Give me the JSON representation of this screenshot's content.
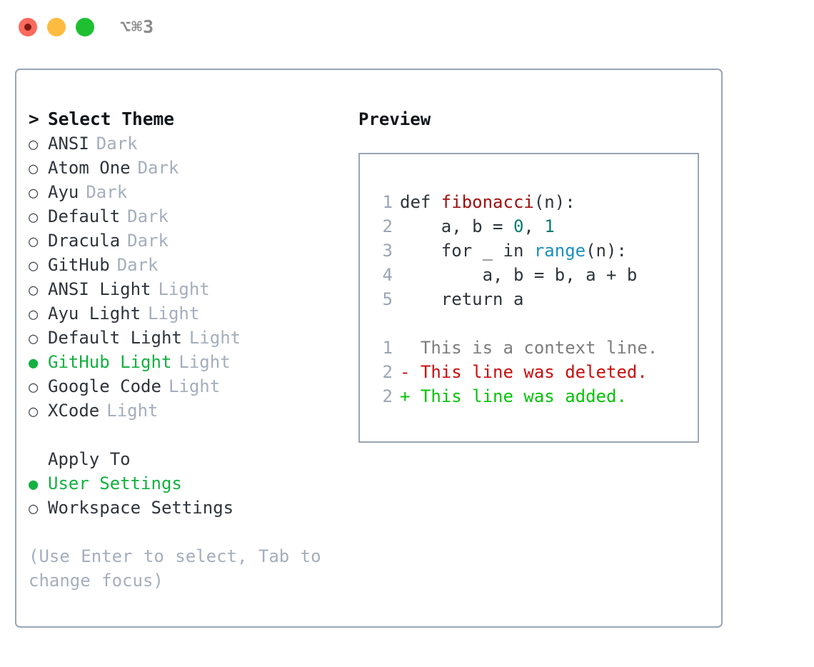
{
  "titlebar": {
    "shortcut": "⌥⌘3",
    "lights": [
      "close-red",
      "minimize-yellow",
      "zoom-green"
    ]
  },
  "theme_picker": {
    "header": "Select Theme",
    "caret": ">",
    "bullet_off": "○",
    "bullet_on": "●",
    "items": [
      {
        "name": "ANSI",
        "variant": "Dark",
        "selected": false
      },
      {
        "name": "Atom One",
        "variant": "Dark",
        "selected": false
      },
      {
        "name": "Ayu",
        "variant": "Dark",
        "selected": false
      },
      {
        "name": "Default",
        "variant": "Dark",
        "selected": false
      },
      {
        "name": "Dracula",
        "variant": "Dark",
        "selected": false
      },
      {
        "name": "GitHub",
        "variant": "Dark",
        "selected": false
      },
      {
        "name": "ANSI Light",
        "variant": "Light",
        "selected": false
      },
      {
        "name": "Ayu Light",
        "variant": "Light",
        "selected": false
      },
      {
        "name": "Default Light",
        "variant": "Light",
        "selected": false
      },
      {
        "name": "GitHub Light",
        "variant": "Light",
        "selected": true
      },
      {
        "name": "Google Code",
        "variant": "Light",
        "selected": false
      },
      {
        "name": "XCode",
        "variant": "Light",
        "selected": false
      }
    ]
  },
  "apply_to": {
    "title": "Apply To",
    "options": [
      {
        "name": "User Settings",
        "selected": true
      },
      {
        "name": "Workspace Settings",
        "selected": false
      }
    ]
  },
  "hint": "(Use Enter to select, Tab to change focus)",
  "preview": {
    "title": "Preview",
    "code_lines": [
      {
        "num": "1",
        "tokens": [
          {
            "t": "def ",
            "c": "kw"
          },
          {
            "t": "fibonacci",
            "c": "fn"
          },
          {
            "t": "(n):",
            "c": "punct"
          }
        ]
      },
      {
        "num": "2",
        "tokens": [
          {
            "t": "    a, b = ",
            "c": "kw"
          },
          {
            "t": "0",
            "c": "num"
          },
          {
            "t": ", ",
            "c": "punct"
          },
          {
            "t": "1",
            "c": "num"
          }
        ]
      },
      {
        "num": "3",
        "tokens": [
          {
            "t": "    for _ in ",
            "c": "kw"
          },
          {
            "t": "range",
            "c": "builtin"
          },
          {
            "t": "(n):",
            "c": "punct"
          }
        ]
      },
      {
        "num": "4",
        "tokens": [
          {
            "t": "        a, b = b, a + b",
            "c": "kw"
          }
        ]
      },
      {
        "num": "5",
        "tokens": [
          {
            "t": "    return a",
            "c": "kw"
          }
        ]
      }
    ],
    "diff_lines": [
      {
        "num": "1",
        "marker": " ",
        "text": " This is a context line.",
        "kind": "ctx"
      },
      {
        "num": "2",
        "marker": "-",
        "text": " This line was deleted.",
        "kind": "del"
      },
      {
        "num": "2",
        "marker": "+",
        "text": " This line was added.",
        "kind": "add"
      }
    ]
  },
  "colors": {
    "accent_green": "#13b040",
    "muted": "#a5aebd",
    "border": "#9aa5b5",
    "diff_add": "#06c30a",
    "diff_del": "#cc0d0d",
    "fn": "#a01010",
    "num": "#0b7a70",
    "builtin": "#1a8fbf"
  }
}
